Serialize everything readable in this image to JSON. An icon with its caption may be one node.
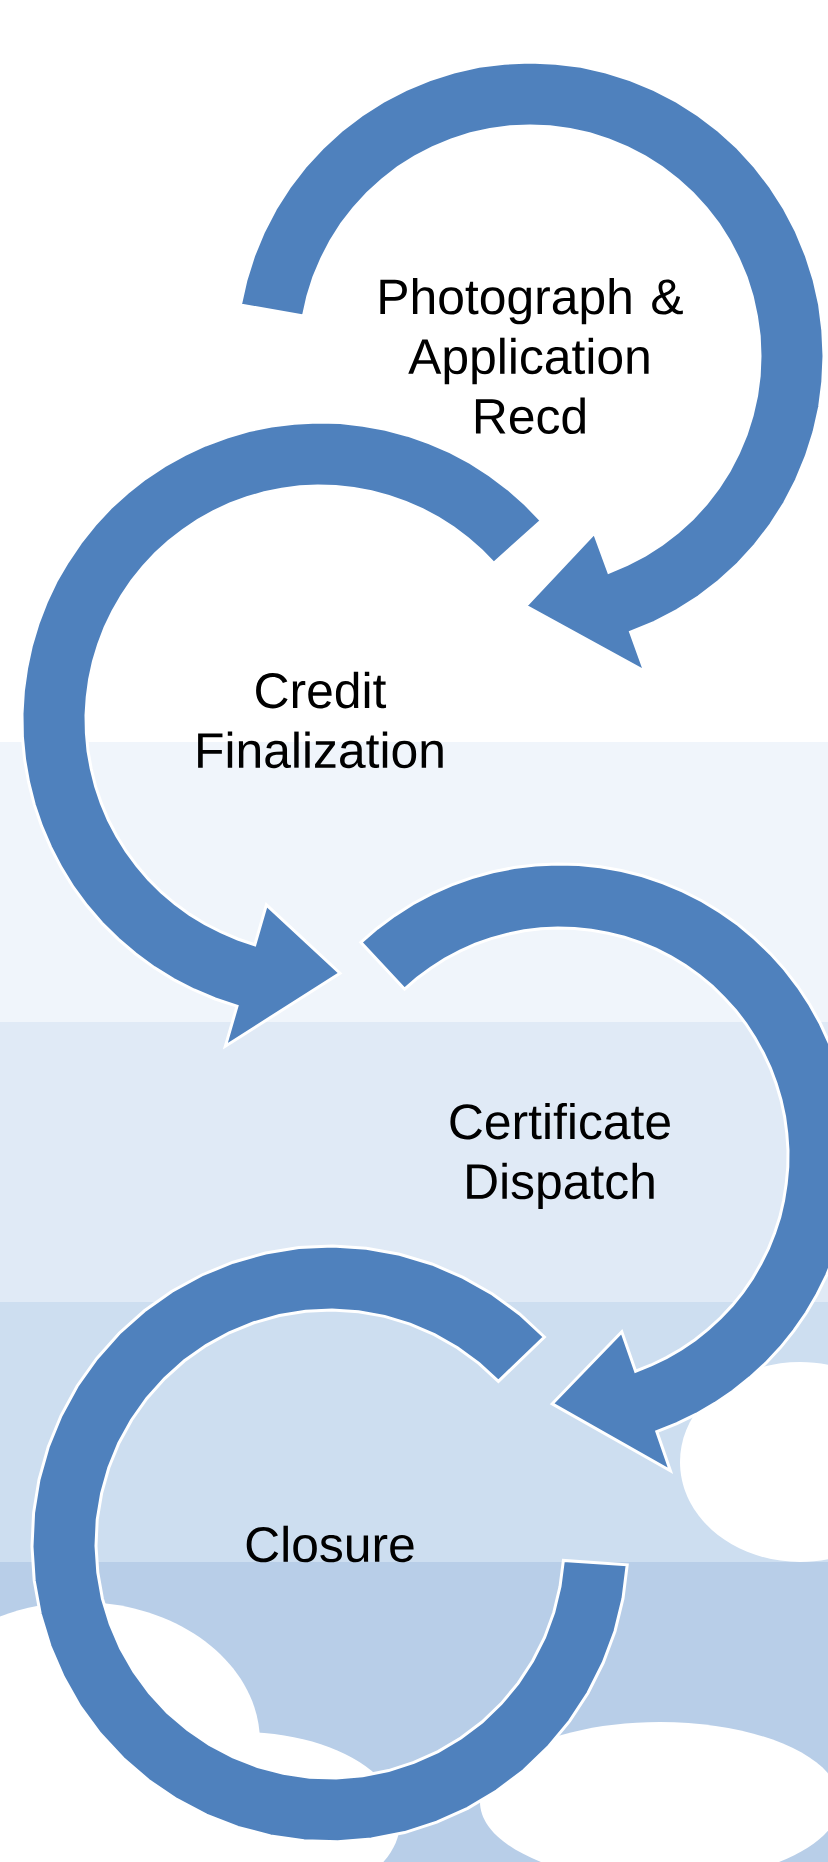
{
  "diagram": {
    "nodes": [
      {
        "text": [
          "Photograph & Application Recd"
        ]
      },
      {
        "text": [
          "Credit Finalization"
        ]
      },
      {
        "text": [
          "Certificate Dispatch"
        ]
      },
      {
        "text": [
          "Closure"
        ]
      }
    ],
    "edges": [
      {
        "from": 0,
        "to": 1,
        "arrow": "to"
      },
      {
        "from": 1,
        "to": 2,
        "arrow": "to"
      },
      {
        "from": 2,
        "to": 3,
        "arrow": "to"
      }
    ]
  }
}
